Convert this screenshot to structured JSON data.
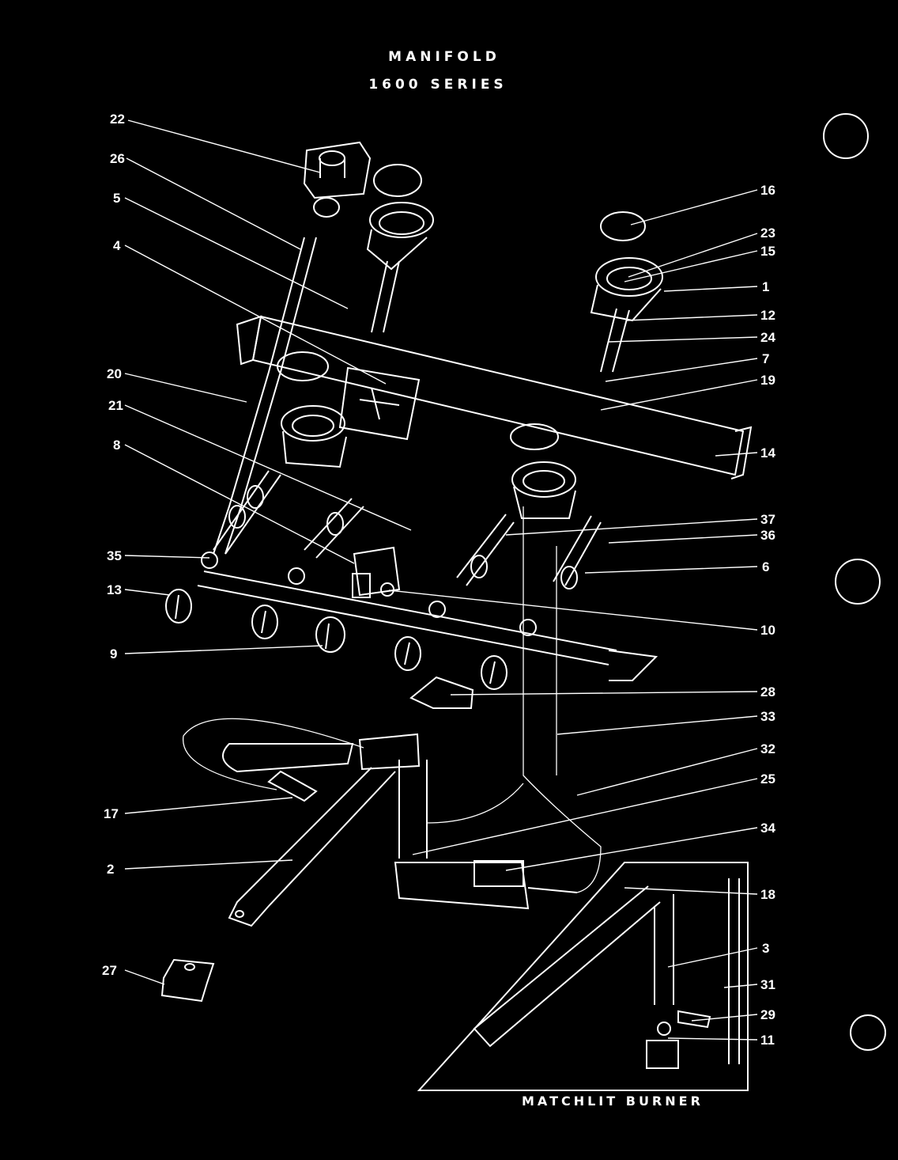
{
  "title": "MANIFOLD",
  "subtitle": "1600 SERIES",
  "footer_label": "MATCHLIT BURNER",
  "callouts": {
    "c22": "22",
    "c26": "26",
    "c5": "5",
    "c4": "4",
    "c20": "20",
    "c21": "21",
    "c8": "8",
    "c35": "35",
    "c13": "13",
    "c9": "9",
    "c17": "17",
    "c2": "2",
    "c27": "27",
    "c16": "16",
    "c23": "23",
    "c15": "15",
    "c1": "1",
    "c12": "12",
    "c24": "24",
    "c7": "7",
    "c19": "19",
    "c14": "14",
    "c37": "37",
    "c36": "36",
    "c6": "6",
    "c10": "10",
    "c28": "28",
    "c33": "33",
    "c32": "32",
    "c25": "25",
    "c34": "34",
    "c18": "18",
    "c3": "3",
    "c31": "31",
    "c29": "29",
    "c11": "11"
  }
}
